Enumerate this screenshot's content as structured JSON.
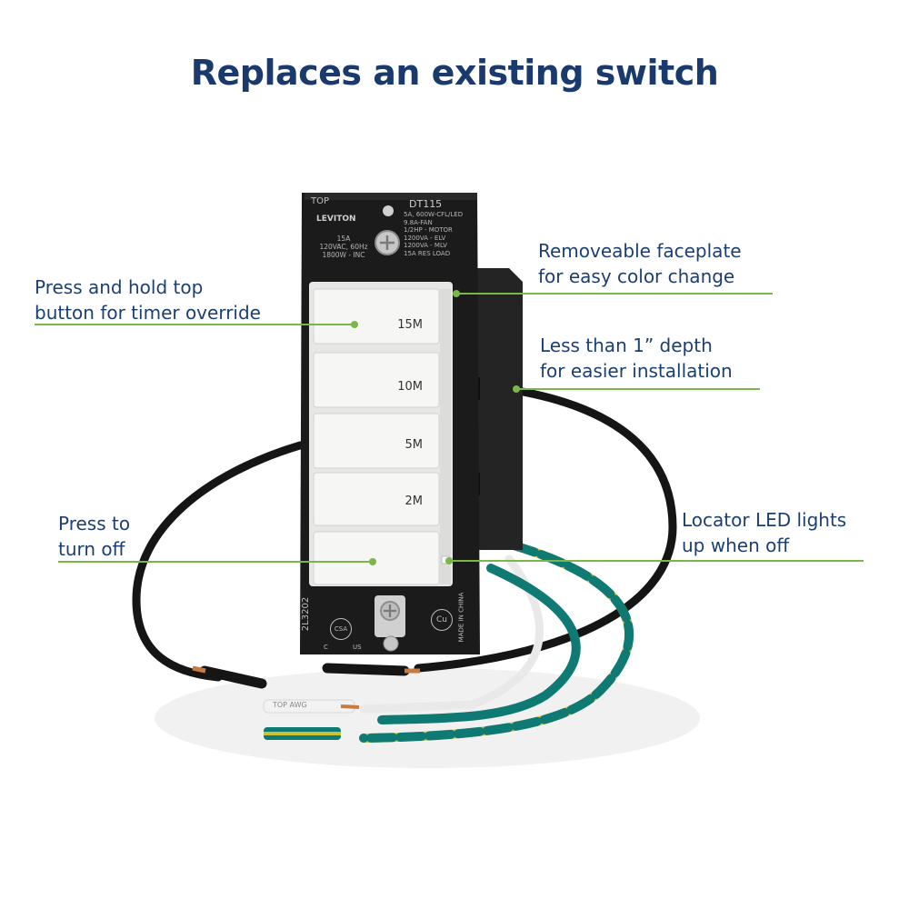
{
  "title": "Replaces an existing switch",
  "device": {
    "strap_top": "TOP",
    "brand": "LEVITON",
    "model": "DT115",
    "rating_left": [
      "15A",
      "120VAC, 60Hz",
      "1800W - INC"
    ],
    "rating_right": [
      "5A, 600W-CFL/LED",
      "9.8A-FAN",
      "1/2HP - MOTOR",
      "1200VA - ELV",
      "1200VA - MLV",
      "15A RES LOAD"
    ],
    "buttons": [
      "15M",
      "10M",
      "5M",
      "2M",
      ""
    ],
    "side_code": "2L3202",
    "made_in": "MADE IN CHINA",
    "cert_marks": [
      "CSA",
      "Cu",
      "US",
      "C"
    ],
    "wire_tag": "TOP AWG"
  },
  "callouts": {
    "faceplate": {
      "line1": "Removeable faceplate",
      "line2": "for easy color change"
    },
    "override": {
      "line1": "Press and hold top",
      "line2": "button for timer override"
    },
    "depth": {
      "line1": "Less than 1” depth",
      "line2": "for easier installation"
    },
    "off": {
      "line1": "Press to",
      "line2": "turn off"
    },
    "led": {
      "line1": "Locator LED lights",
      "line2": "up when off"
    }
  },
  "colors": {
    "title": "#1a3a6e",
    "callout_text": "#1c3f73",
    "callout_line": "#7ab648",
    "device_body": "#1b1b1b",
    "button_white": "#f4f4f2",
    "wire_black": "#151515",
    "wire_green": "#0f7a73",
    "wire_yellow": "#c9c23a"
  }
}
